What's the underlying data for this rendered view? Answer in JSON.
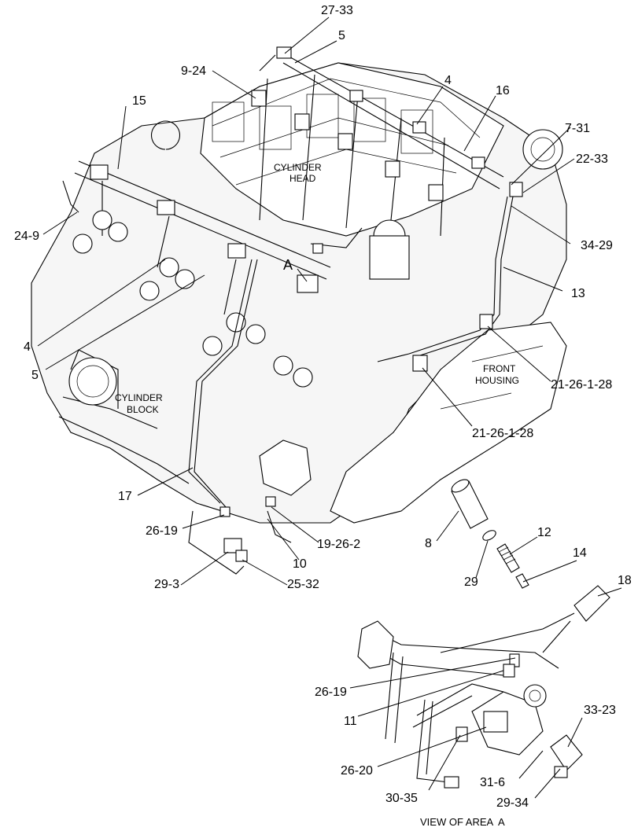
{
  "callouts": {
    "c27_33": "27-33",
    "c5_top": "5",
    "c9_24": "9-24",
    "c4_top": "4",
    "c15": "15",
    "c16": "16",
    "c7_31": "7-31",
    "c22_33": "22-33",
    "c24_9": "24-9",
    "c34_29": "34-29",
    "cA": "A",
    "c13": "13",
    "c4_left": "4",
    "c5_left": "5",
    "c21_26_1_28_a": "21-26-1-28",
    "c21_26_1_28_b": "21-26-1-28",
    "c17": "17",
    "c26_19_top": "26-19",
    "c19_26_2": "19-26-2",
    "c10": "10",
    "c29_3": "29-3",
    "c25_32": "25-32",
    "c8": "8",
    "c12": "12",
    "c14": "14",
    "c29": "29",
    "c18": "18",
    "c26_19_bottom": "26-19",
    "c11": "11",
    "c33_23": "33-23",
    "c26_20": "26-20",
    "c30_35": "30-35",
    "c31_6": "31-6",
    "c29_34": "29-34"
  },
  "area_labels": {
    "cylinder_head_1": "CYLINDER",
    "cylinder_head_2": "HEAD",
    "front_housing_1": "FRONT",
    "front_housing_2": "HOUSING",
    "cylinder_block_1": "CYLINDER",
    "cylinder_block_2": "BLOCK"
  },
  "view_label": "VIEW OF AREA  A"
}
